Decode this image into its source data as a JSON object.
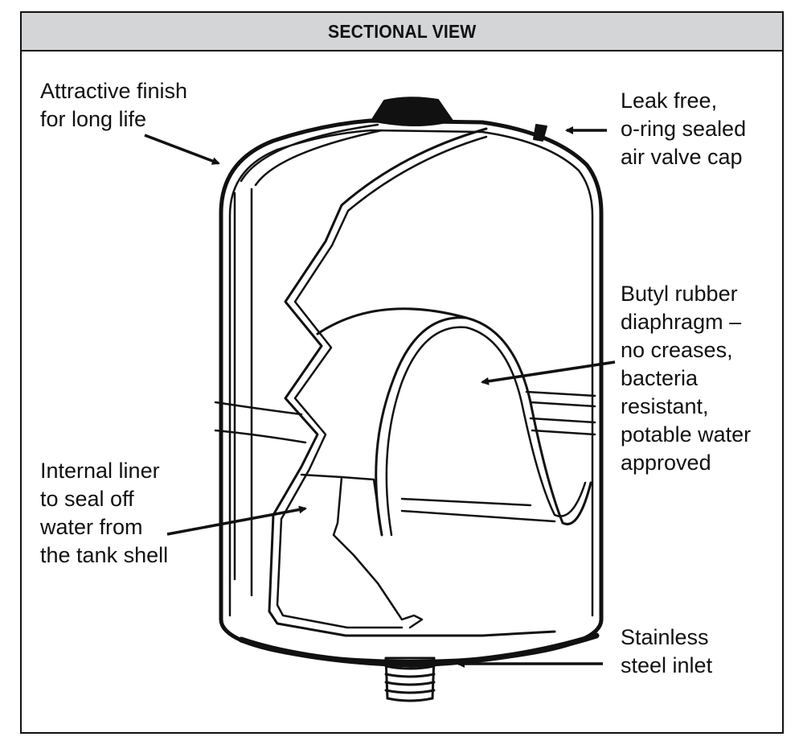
{
  "title": "SECTIONAL VIEW",
  "labels": {
    "finish": "Attractive finish\nfor long life",
    "valve": "Leak free,\no-ring sealed\nair valve cap",
    "diaphragm": "Butyl rubber\ndiaphragm –\nno creases,\nbacteria\nresistant,\npotable water\napproved",
    "liner": "Internal liner\nto seal off\nwater from\nthe tank shell",
    "inlet": "Stainless\nsteel inlet"
  },
  "colors": {
    "header_bg": "#d4d5d7",
    "ink": "#111111"
  }
}
